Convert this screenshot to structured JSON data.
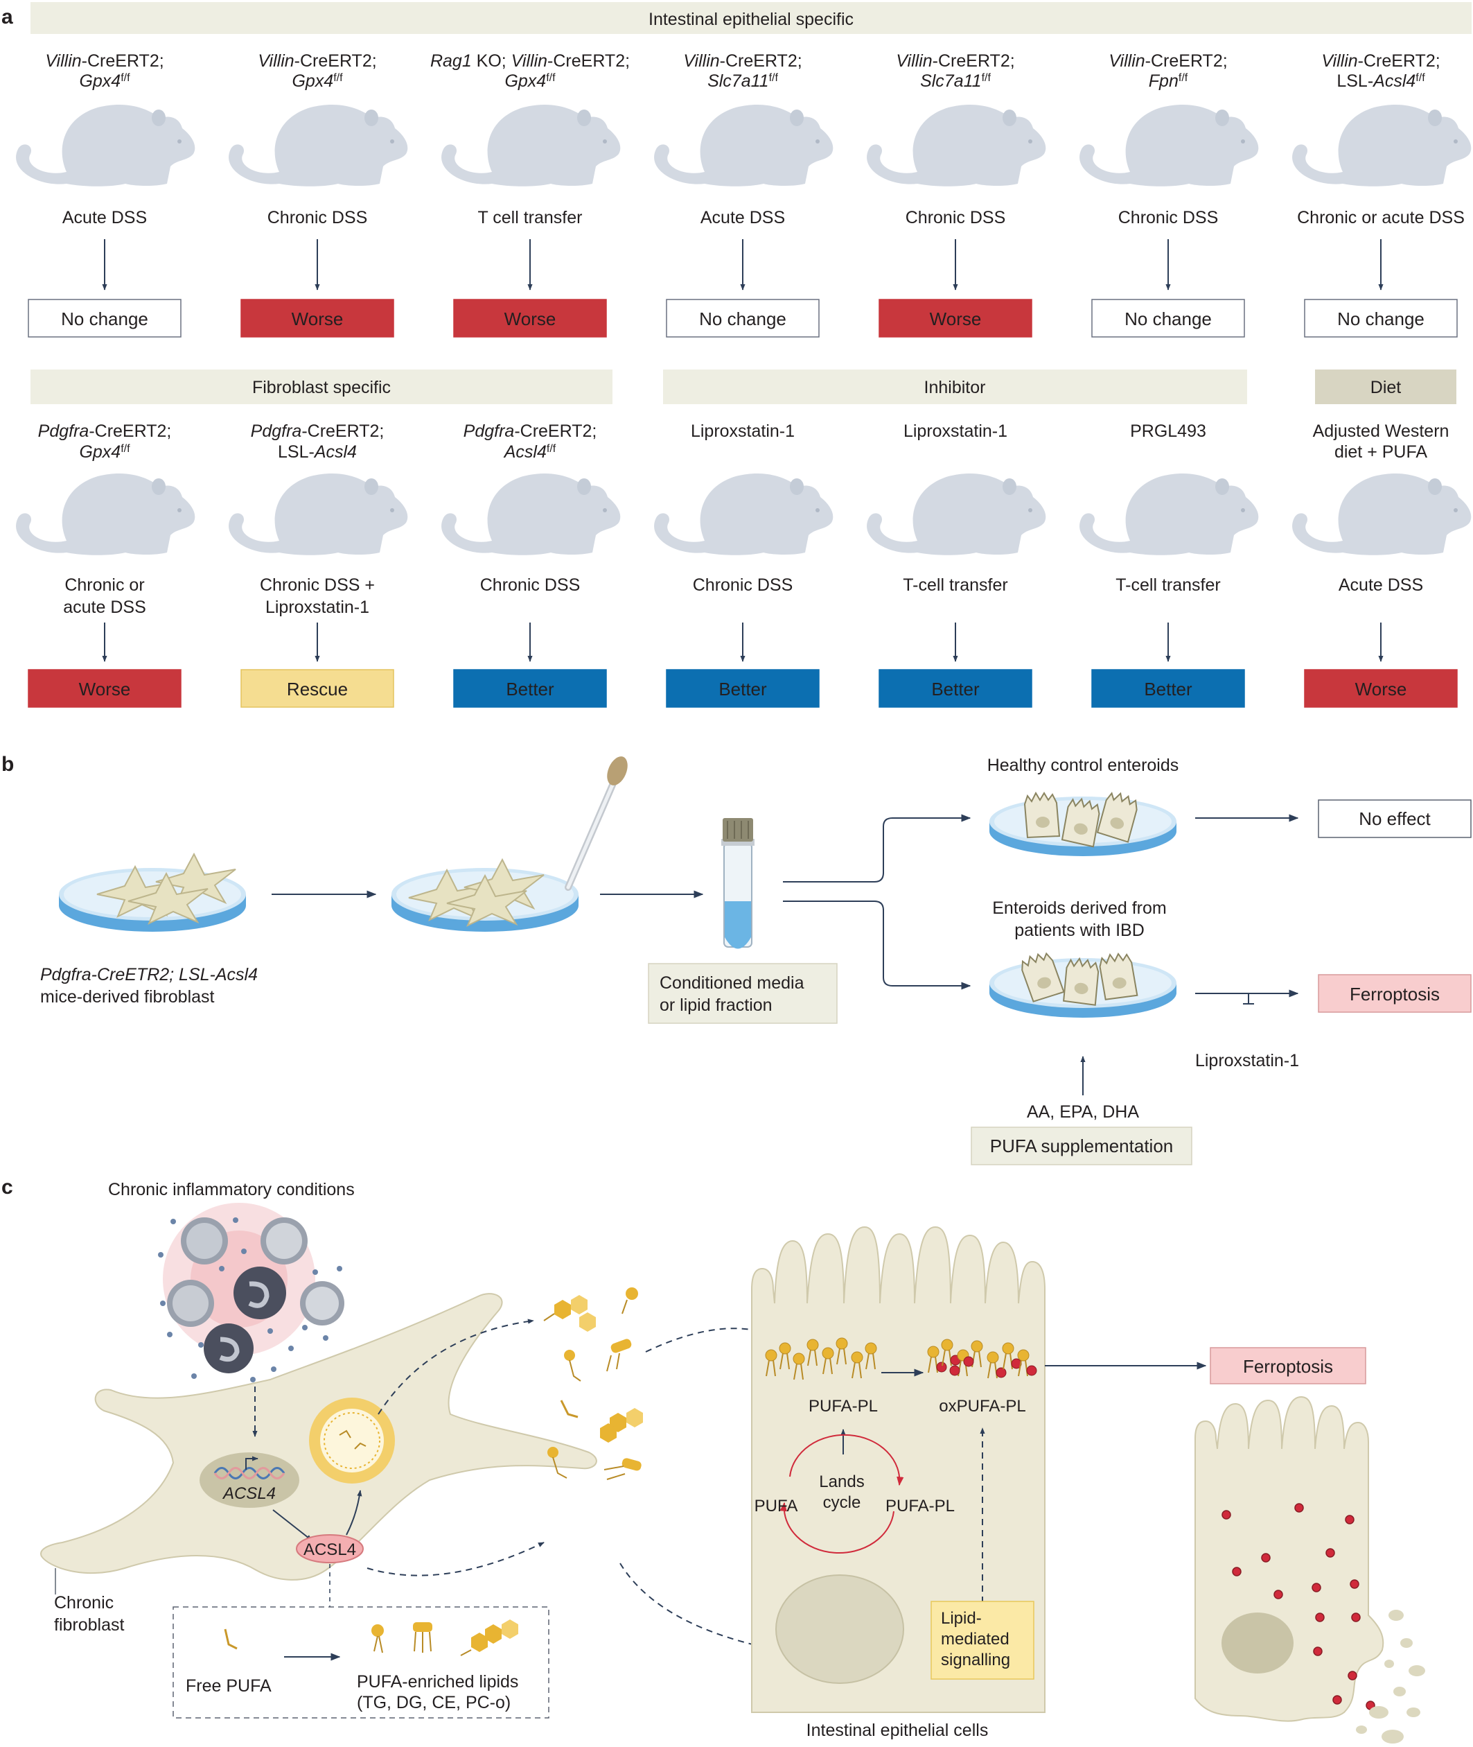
{
  "panels": {
    "a": "a",
    "b": "b",
    "c": "c"
  },
  "headers": {
    "intestinal": "Intestinal epithelial specific",
    "fibroblast": "Fibroblast specific",
    "inhibitor": "Inhibitor",
    "diet": "Diet"
  },
  "row1": [
    {
      "l1": "Villin-CreERT2;",
      "l2": "Gpx4f/f",
      "treat": "Acute DSS",
      "result": "No change",
      "kind": "none"
    },
    {
      "l1": "Villin-CreERT2;",
      "l2": "Gpx4f/f",
      "treat": "Chronic DSS",
      "result": "Worse",
      "kind": "worse"
    },
    {
      "l1": "Rag1 KO; Villin-CreERT2;",
      "l2": "Gpx4f/f",
      "treat": "T cell transfer",
      "result": "Worse",
      "kind": "worse"
    },
    {
      "l1": "Villin-CreERT2;",
      "l2": "Slc7a11f/f",
      "treat": "Acute DSS",
      "result": "No change",
      "kind": "none"
    },
    {
      "l1": "Villin-CreERT2;",
      "l2": "Slc7a11f/f",
      "treat": "Chronic DSS",
      "result": "Worse",
      "kind": "worse"
    },
    {
      "l1": "Villin-CreERT2;",
      "l2": "Fpnf/f",
      "treat": "Chronic DSS",
      "result": "No change",
      "kind": "none"
    },
    {
      "l1": "Villin-CreERT2;",
      "l2": "LSL-Acsl4f/f",
      "treat": "Chronic or acute DSS",
      "result": "No change",
      "kind": "none"
    }
  ],
  "row2": [
    {
      "l1": "Pdgfra-CreERT2;",
      "l2": "Gpx4f/f",
      "t1": "Chronic or",
      "t2": "acute DSS",
      "result": "Worse",
      "kind": "worse"
    },
    {
      "l1": "Pdgfra-CreERT2;",
      "l2": "LSL-Acsl4",
      "t1": "Chronic DSS +",
      "t2": "Liproxstatin-1",
      "result": "Rescue",
      "kind": "rescue"
    },
    {
      "l1": "Pdgfra-CreERT2;",
      "l2": "Acsl4f/f",
      "t1": "Chronic DSS",
      "t2": "",
      "result": "Better",
      "kind": "better"
    },
    {
      "l1": "Liproxstatin-1",
      "l2": "",
      "t1": "Chronic DSS",
      "t2": "",
      "result": "Better",
      "kind": "better"
    },
    {
      "l1": "Liproxstatin-1",
      "l2": "",
      "t1": "T-cell transfer",
      "t2": "",
      "result": "Better",
      "kind": "better"
    },
    {
      "l1": "PRGL493",
      "l2": "",
      "t1": "T-cell transfer",
      "t2": "",
      "result": "Better",
      "kind": "better"
    },
    {
      "l1": "Adjusted Western",
      "l2": "diet + PUFA",
      "t1": "Acute DSS",
      "t2": "",
      "result": "Worse",
      "kind": "worse"
    }
  ],
  "b": {
    "fib_l1": "Pdgfra-CreETR2; LSL-Acsl4",
    "fib_l2": "mice-derived fibroblast",
    "media_l1": "Conditioned media",
    "media_l2": "or lipid fraction",
    "healthy": "Healthy control enteroids",
    "ibd_l1": "Enteroids derived from",
    "ibd_l2": "patients with IBD",
    "no_effect": "No effect",
    "ferroptosis": "Ferroptosis",
    "liprox": "Liproxstatin-1",
    "fatty_acids": "AA, EPA, DHA",
    "pufa_supp": "PUFA supplementation"
  },
  "c": {
    "title": "Chronic inflammatory conditions",
    "acsl4_gene": "ACSL4",
    "acsl4_protein": "ACSL4",
    "fib_l1": "Chronic",
    "fib_l2": "fibroblast",
    "free_pufa": "Free PUFA",
    "enriched_l1": "PUFA-enriched lipids",
    "enriched_l2": "(TG, DG, CE, PC-o)",
    "pufa_pl": "PUFA-PL",
    "oxpufa_pl": "oxPUFA-PL",
    "lands_l1": "Lands",
    "lands_l2": "cycle",
    "pufa": "PUFA",
    "pufa_pl2": "PUFA-PL",
    "lipid_l1": "Lipid-",
    "lipid_l2": "mediated",
    "lipid_l3": "signalling",
    "iec": "Intestinal epithelial cells",
    "ferroptosis": "Ferroptosis"
  },
  "colors": {
    "worse": "#c8373d",
    "better": "#0c6fb1",
    "rescue": "#f5dd91",
    "ferroptosis_box": "#f8cdce",
    "header_bg": "#eeeee2",
    "diet_bg": "#d8d5c2",
    "mouse": "#d3d9e2",
    "arrow": "#2d3e58",
    "cell": "#ede9d6",
    "lipid": "#e8b432",
    "oxidised": "#d02a3b"
  }
}
